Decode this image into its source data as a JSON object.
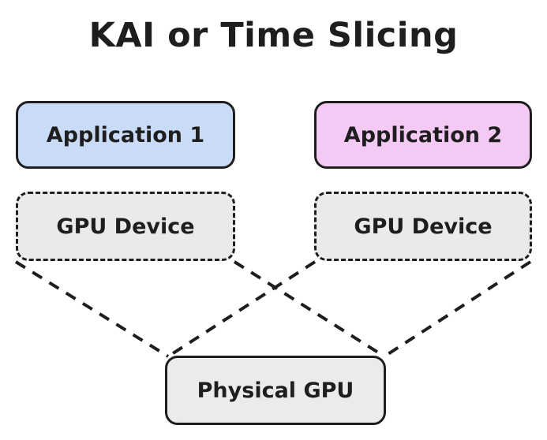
{
  "title": "KAI or Time Slicing",
  "colors": {
    "background": "#ffffff",
    "stroke": "#1e1e1e",
    "text": "#1e1e1e",
    "app1_fill": "#c9dbf7",
    "app2_fill": "#f4c9f4",
    "gpu_device_fill": "#eaeaea",
    "physical_gpu_fill": "#ebebeb"
  },
  "nodes": {
    "app1": {
      "label": "Application 1",
      "border": "solid"
    },
    "app2": {
      "label": "Application 2",
      "border": "solid"
    },
    "gpu_device_1": {
      "label": "GPU Device",
      "border": "dashed"
    },
    "gpu_device_2": {
      "label": "GPU Device",
      "border": "dashed"
    },
    "physical_gpu": {
      "label": "Physical GPU",
      "border": "solid"
    }
  },
  "edges": [
    {
      "from": "gpu_device_1",
      "from_corner": "bottom-left",
      "to": "physical_gpu",
      "to_corner": "top-left",
      "style": "dashed"
    },
    {
      "from": "gpu_device_1",
      "from_corner": "bottom-right",
      "to": "physical_gpu",
      "to_corner": "top-right",
      "style": "dashed"
    },
    {
      "from": "gpu_device_2",
      "from_corner": "bottom-left",
      "to": "physical_gpu",
      "to_corner": "top-left",
      "style": "dashed"
    },
    {
      "from": "gpu_device_2",
      "from_corner": "bottom-right",
      "to": "physical_gpu",
      "to_corner": "top-right",
      "style": "dashed"
    }
  ]
}
